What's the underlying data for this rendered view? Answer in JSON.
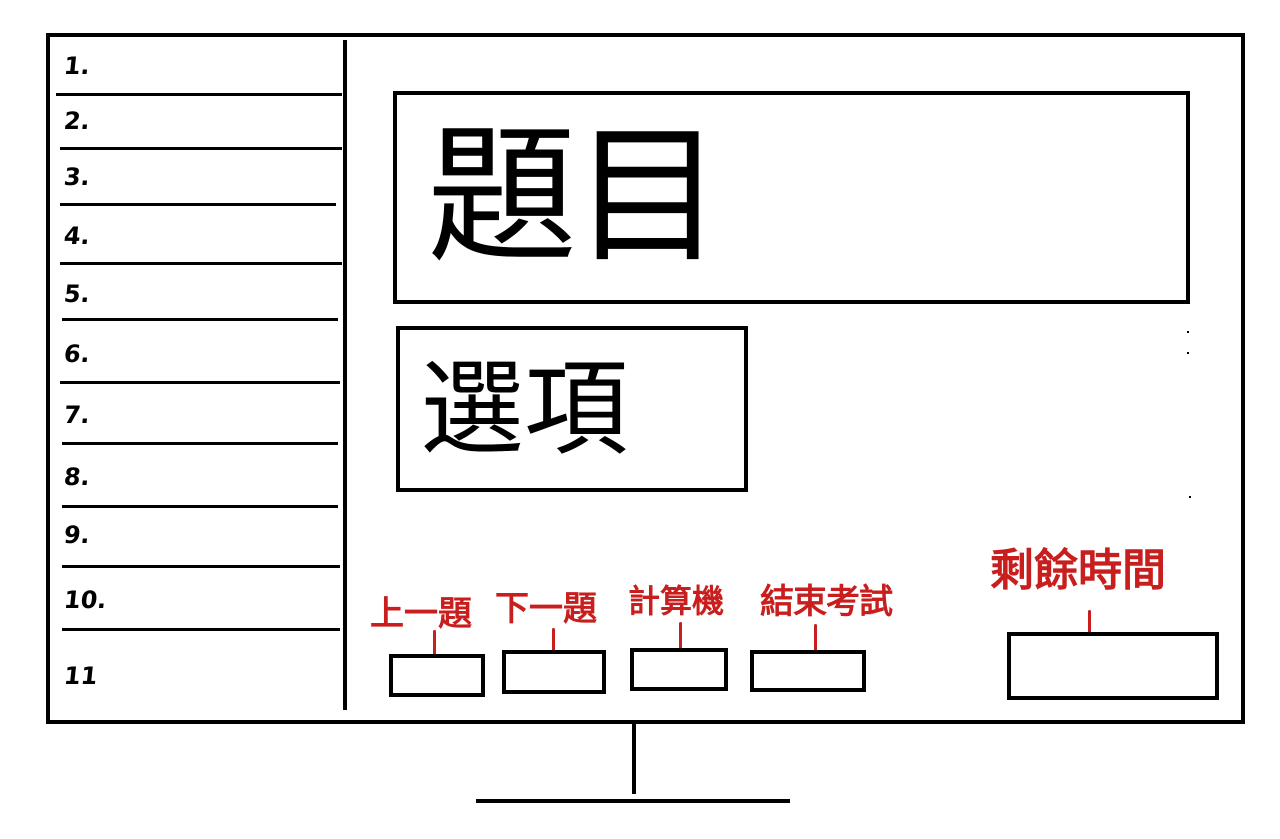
{
  "sidebar": {
    "items": [
      {
        "label": "1."
      },
      {
        "label": "2."
      },
      {
        "label": "3."
      },
      {
        "label": "4."
      },
      {
        "label": "5."
      },
      {
        "label": "6."
      },
      {
        "label": "7."
      },
      {
        "label": "8."
      },
      {
        "label": "9."
      },
      {
        "label": "10."
      },
      {
        "label": "11"
      }
    ]
  },
  "main": {
    "question_label": "題目",
    "options_label": "選項"
  },
  "controls": {
    "prev_label": "上一題",
    "next_label": "下一題",
    "calculator_label": "計算機",
    "end_exam_label": "結束考試"
  },
  "timer": {
    "label": "剩餘時間"
  },
  "colors": {
    "annotation": "#c81e1e",
    "outline": "#000000"
  }
}
